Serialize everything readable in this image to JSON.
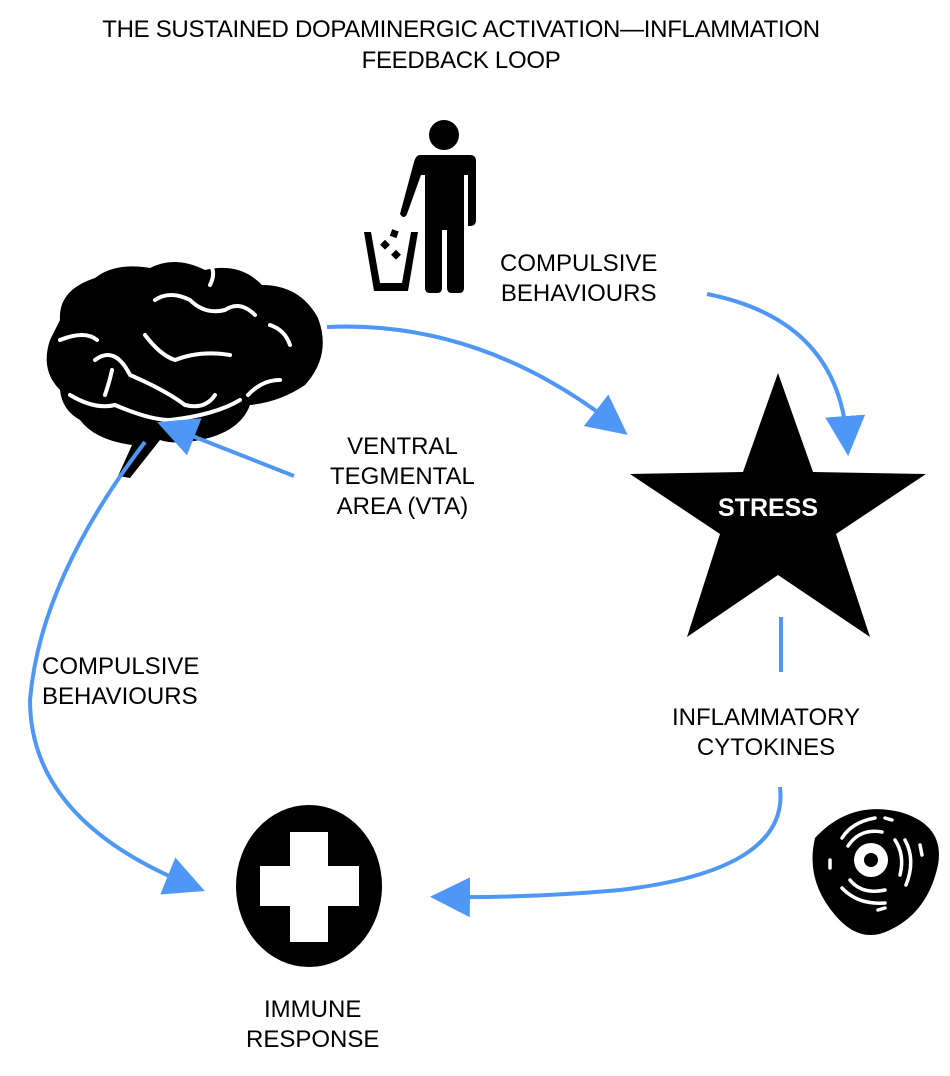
{
  "title": {
    "line1": "THE SUSTAINED DOPAMINERGIC ACTIVATION—INFLAMMATION",
    "line2": "FEEDBACK LOOP"
  },
  "colors": {
    "arrow": "#4f97f5",
    "icon": "#000000",
    "background": "#ffffff"
  },
  "nodes": {
    "person": {
      "icon": "person-littering-icon"
    },
    "brain": {
      "icon": "brain-icon"
    },
    "stress": {
      "icon": "star-icon",
      "label": "STRESS"
    },
    "immune": {
      "icon": "medical-cross-icon",
      "label_line1": "IMMUNE",
      "label_line2": "RESPONSE"
    },
    "cell": {
      "icon": "cell-icon"
    }
  },
  "labels": {
    "compulsive_top": {
      "line1": "COMPULSIVE",
      "line2": "BEHAVIOURS"
    },
    "vta": {
      "line1": "VENTRAL",
      "line2": "TEGMENTAL",
      "line3": "AREA (VTA)"
    },
    "compulsive_left": {
      "line1": "COMPULSIVE",
      "line2": "BEHAVIOURS"
    },
    "cytokines": {
      "line1": "INFLAMMATORY",
      "line2": "CYTOKINES"
    }
  },
  "edges": [
    {
      "from": "brain",
      "to": "stress"
    },
    {
      "from": "compulsive_top",
      "to": "stress"
    },
    {
      "from": "stress",
      "to": "cytokines"
    },
    {
      "from": "cytokines",
      "to": "immune"
    },
    {
      "from": "brain",
      "to": "immune",
      "label": "compulsive_left"
    },
    {
      "from": "vta",
      "to": "brain"
    }
  ]
}
